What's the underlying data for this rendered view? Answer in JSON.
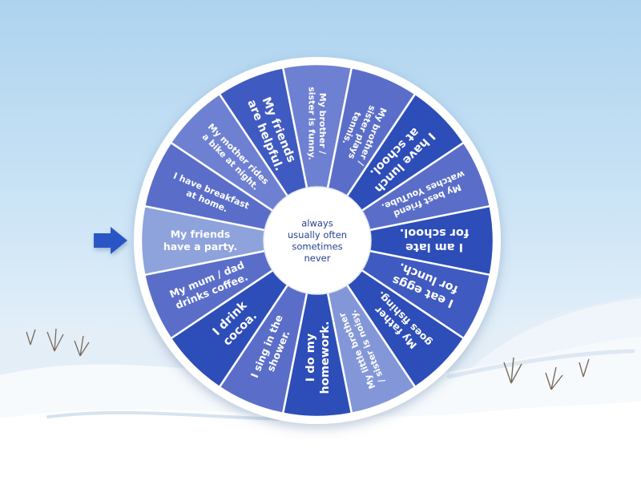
{
  "wheel": {
    "pointer_color": "#2a57c5",
    "rim_color": "#ffffff",
    "center": {
      "lines": [
        "always",
        "usually often",
        "sometimes",
        "never"
      ],
      "text_color": "#27418f",
      "bg_color": "#ffffff"
    },
    "segments": [
      {
        "label": "My brother / sister is funny.",
        "lines": [
          "My brother /",
          "sister is funny."
        ],
        "color": "#6e80d2"
      },
      {
        "label": "My brother / sister plays tennis.",
        "lines": [
          "My brother /",
          "sister plays",
          "tennis."
        ],
        "color": "#5a6ec9"
      },
      {
        "label": "I have lunch at school.",
        "lines": [
          "I have lunch",
          "at school."
        ],
        "color": "#2d4db8"
      },
      {
        "label": "My best friend watches YouTube.",
        "lines": [
          "My best friend",
          "watches YouTube."
        ],
        "color": "#5a6ec9"
      },
      {
        "label": "I am late for school.",
        "lines": [
          "I am late",
          "for school."
        ],
        "color": "#2d4db8"
      },
      {
        "label": "I eat eggs for lunch.",
        "lines": [
          "I eat eggs",
          "for lunch."
        ],
        "color": "#3f5ac0"
      },
      {
        "label": "My father goes fishing.",
        "lines": [
          "My father",
          "goes fishing."
        ],
        "color": "#2d4db8"
      },
      {
        "label": "My little brother / sister is noisy.",
        "lines": [
          "My little brother",
          "/ sister is noisy."
        ],
        "color": "#8397d8"
      },
      {
        "label": "I do my homework.",
        "lines": [
          "I do my",
          "homework."
        ],
        "color": "#2d4db8"
      },
      {
        "label": "I sing in the shower.",
        "lines": [
          "I sing in the",
          "shower."
        ],
        "color": "#5a6ec9"
      },
      {
        "label": "I drink cocoa.",
        "lines": [
          "I drink",
          "cocoa."
        ],
        "color": "#2d4db8"
      },
      {
        "label": "My mum / dad drinks coffee.",
        "lines": [
          "My mum / dad",
          "drinks coffee."
        ],
        "color": "#5a6ec9"
      },
      {
        "label": "My friends have a party.",
        "lines": [
          "My friends",
          "have a party."
        ],
        "color": "#8ea2dc"
      },
      {
        "label": "I have breakfast at home.",
        "lines": [
          "I have breakfast",
          "at home."
        ],
        "color": "#5a6ec9"
      },
      {
        "label": "My mother rides a bike at night.",
        "lines": [
          "My mother rides",
          "a bike at night."
        ],
        "color": "#6e80d2"
      },
      {
        "label": "My friends are helpful.",
        "lines": [
          "My friends",
          "are helpful."
        ],
        "color": "#3f5ac0"
      }
    ]
  }
}
